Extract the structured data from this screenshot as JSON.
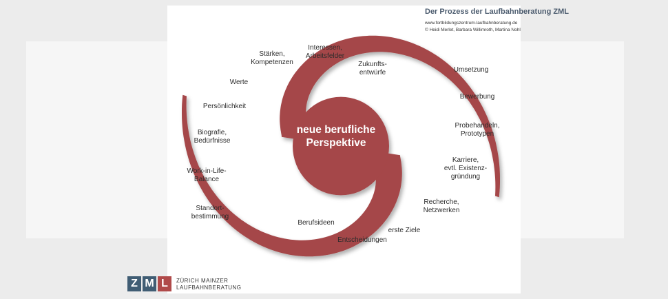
{
  "header": {
    "title": "Der Prozess der Laufbahnberatung ZML",
    "website": "www.fortbildungszentrum-laufbahnberatung.de",
    "copyright": "© Heidi Merlet, Barbara Willimroth, Martina Nohl"
  },
  "colors": {
    "spiral": "#a54748",
    "background": "#ececec",
    "logo_blue": "#405d74",
    "logo_red": "#b04a4a"
  },
  "center_label": "neue berufliche\nPerspektive",
  "labels": {
    "interessen": "Interessen,\nArbeitsfelder",
    "staerken": "Stärken,\nKompetenzen",
    "zukunft": "Zukunfts-\nentwürfe",
    "werte": "Werte",
    "persoenlichkeit": "Persönlichkeit",
    "biografie": "Biografie,\nBedürfnisse",
    "worklife": "Work-in-Life-\nBalance",
    "standort": "Standort-\nbestimmung",
    "umsetzung": "Umsetzung",
    "bewerbung": "Bewerbung",
    "probehandeln": "Probehandeln,\nPrototypen",
    "karriere": "Karriere,\nevtl. Existenz-\ngründung",
    "recherche": "Recherche,\nNetzwerken",
    "erste_ziele": "erste Ziele",
    "berufsideen": "Berufsideen",
    "entscheidungen": "Entscheidungen"
  },
  "logo": {
    "letters": [
      "Z",
      "M",
      "L"
    ],
    "text": "ZÜRICH MAINZER\nLAUFBAHNBERATUNG"
  }
}
